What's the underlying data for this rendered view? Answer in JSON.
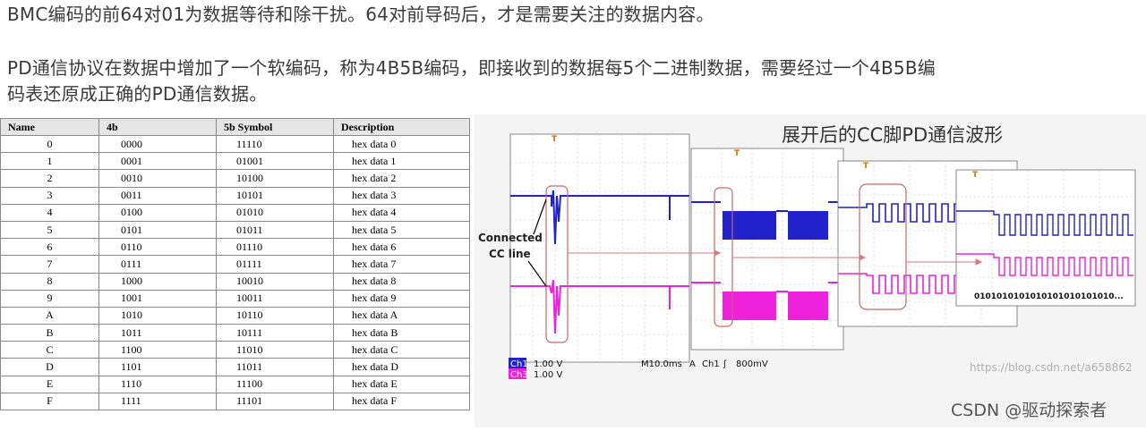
{
  "paragraphs": {
    "p1": "BMC编码的前64对01为数据等待和除干扰。64对前导码后，才是需要关注的数据内容。",
    "p2_line1": "PD通信协议在数据中增加了一个软编码，称为4B5B编码，即接收到的数据每5个二进制数据，需要经过一个4B5B编",
    "p2_line2": "码表还原成正确的PD通信数据。"
  },
  "table": {
    "headers": [
      "Name",
      "4b",
      "5b Symbol",
      "Description"
    ],
    "rows": [
      [
        "0",
        "0000",
        "11110",
        "hex data 0"
      ],
      [
        "1",
        "0001",
        "01001",
        "hex data 1"
      ],
      [
        "2",
        "0010",
        "10100",
        "hex data 2"
      ],
      [
        "3",
        "0011",
        "10101",
        "hex data 3"
      ],
      [
        "4",
        "0100",
        "01010",
        "hex data 4"
      ],
      [
        "5",
        "0101",
        "01011",
        "hex data 5"
      ],
      [
        "6",
        "0110",
        "01110",
        "hex data 6"
      ],
      [
        "7",
        "0111",
        "01111",
        "hex data 7"
      ],
      [
        "8",
        "1000",
        "10010",
        "hex data 8"
      ],
      [
        "9",
        "1001",
        "10011",
        "hex data 9"
      ],
      [
        "A",
        "1010",
        "10110",
        "hex data A"
      ],
      [
        "B",
        "1011",
        "10111",
        "hex data B"
      ],
      [
        "C",
        "1100",
        "11010",
        "hex data C"
      ],
      [
        "D",
        "1101",
        "11011",
        "hex data D"
      ],
      [
        "E",
        "1110",
        "11100",
        "hex data E"
      ],
      [
        "F",
        "1111",
        "11101",
        "hex data F"
      ]
    ]
  },
  "scope": {
    "title": "展开后的CC脚PD通信波形",
    "connected_label_1": "Connected",
    "connected_label_2": "CC line",
    "trigger_marker": "T",
    "ch1_label": "Ch1",
    "ch1_scale": "1.00 V",
    "ch3_label": "Ch3",
    "ch3_scale": "1.00 V",
    "timebase": "M10.0ms",
    "trig_a": "A",
    "trig_ch": "Ch1",
    "trig_symbol": "ʃ",
    "trig_level": "800mV",
    "bits": "0101010101010101010101010...",
    "colors": {
      "ch1": "#2222cc",
      "ch3": "#ee22dd",
      "highlight": "#cc6666",
      "arrow": "#dd7777"
    }
  },
  "watermarks": {
    "url": "https://blog.csdn.net/a658862",
    "csdn": "CSDN @驱动探索者"
  }
}
